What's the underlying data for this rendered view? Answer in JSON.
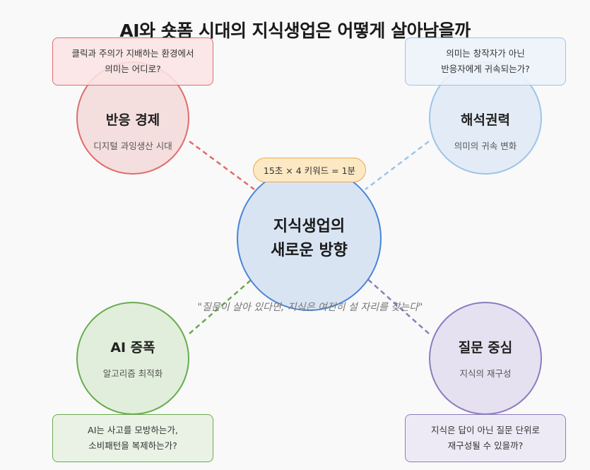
{
  "title": "AI와 숏폼 시대의 지식생업은 어떻게 살아남을까",
  "center": {
    "title": "지식생업의\n새로운 방향"
  },
  "formula": "15초 × 4 키워드 = 1분",
  "quote": "\"질문이 살아 있다면, 지식은 여전히 설 자리를 찾는다\"",
  "nodes": {
    "top_left": {
      "name": "반응 경제",
      "sub": "디지털 과잉생산 시대",
      "note": "클릭과 주의가 지배하는 환경에서\n의미는 어디로?"
    },
    "top_right": {
      "name": "해석권력",
      "sub": "의미의 귀속 변화",
      "note": "의미는 창작자가 아닌\n반응자에게 귀속되는가?"
    },
    "bottom_left": {
      "name": "AI 증폭",
      "sub": "알고리즘 최적화",
      "note": "AI는 사고를 모방하는가,\n소비패턴을 복제하는가?"
    },
    "bottom_right": {
      "name": "질문 중심",
      "sub": "지식의 재구성",
      "note": "지식은 답이 아닌 질문 단위로\n재구성될 수 있을까?"
    }
  },
  "colors": {
    "red": "#e06c6c",
    "blue": "#9ec4e8",
    "green": "#6aab4f",
    "purple": "#8d7cc0",
    "center": "#4a86d8"
  }
}
